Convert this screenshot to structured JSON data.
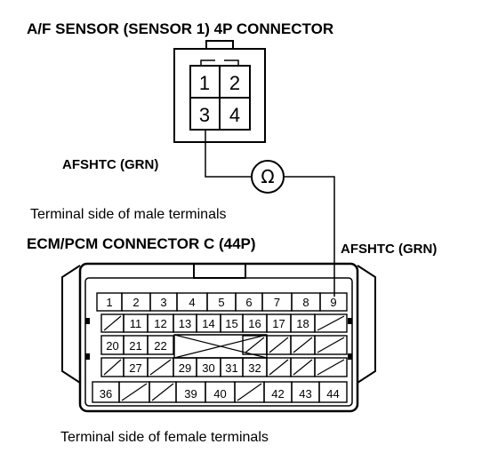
{
  "labels": {
    "af_connector_title": "A/F SENSOR (SENSOR 1) 4P CONNECTOR",
    "afshtc_left": "AFSHTC (GRN)",
    "male_caption": "Terminal side of male terminals",
    "ecm_title": "ECM/PCM CONNECTOR C (44P)",
    "afshtc_right": "AFSHTC (GRN)",
    "female_caption": "Terminal side of female terminals",
    "ohm_symbol": "Ω"
  },
  "af_pins": [
    "1",
    "2",
    "3",
    "4"
  ],
  "ecm_rows": [
    [
      "1",
      "2",
      "3",
      "4",
      "5",
      "6",
      "7",
      "8",
      "9"
    ],
    [
      "",
      "11",
      "12",
      "13",
      "14",
      "15",
      "16",
      "17",
      "18",
      ""
    ],
    [
      "20",
      "21",
      "22",
      "",
      "",
      "",
      "",
      "",
      "",
      ""
    ],
    [
      "",
      "27",
      "",
      "29",
      "30",
      "31",
      "32",
      "",
      "",
      ""
    ],
    [
      "36",
      "",
      "",
      "39",
      "40",
      "",
      "42",
      "43",
      "44"
    ]
  ]
}
